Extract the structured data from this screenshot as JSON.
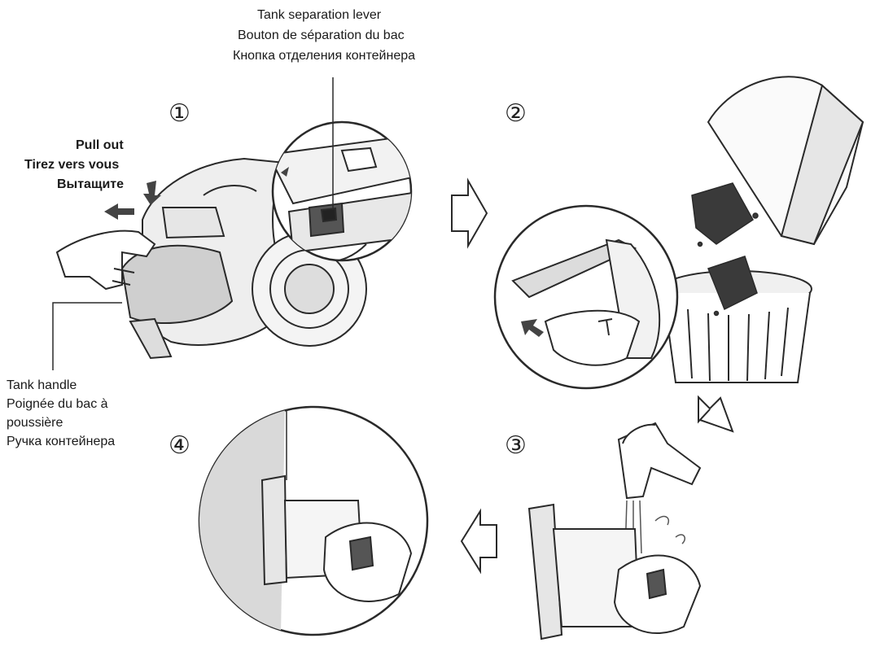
{
  "labels": {
    "lever": [
      "Tank separation lever",
      "Bouton de séparation du bac",
      "Кнопка отделения контейнера"
    ],
    "pull": [
      "Pull out",
      "Tirez vers vous",
      "Вытащите"
    ],
    "handle": [
      "Tank handle",
      "Poignée du bac à",
      "poussière",
      "Ручка контейнера"
    ]
  },
  "steps": [
    "①",
    "②",
    "③",
    "④"
  ],
  "colors": {
    "line": "#2a2a2a",
    "shade": "#d9d9d9",
    "dark": "#555555",
    "dirt": "#3a3a3a"
  }
}
